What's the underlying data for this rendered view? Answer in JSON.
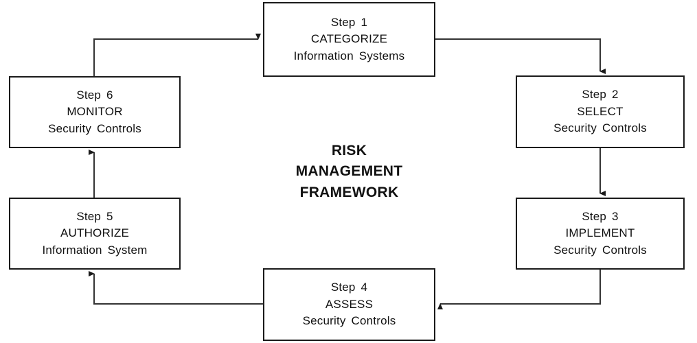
{
  "diagram": {
    "center_title": {
      "line1": "RISK",
      "line2": "MANAGEMENT",
      "line3": "FRAMEWORK"
    },
    "colors": {
      "box_border": "#1a1a1a",
      "connector": "#333333",
      "text": "#111111",
      "background": "#ffffff"
    },
    "steps": [
      {
        "id": "step1",
        "number": "Step 1",
        "action": "CATEGORIZE",
        "target": "Information Systems"
      },
      {
        "id": "step2",
        "number": "Step 2",
        "action": "SELECT",
        "target": "Security Controls"
      },
      {
        "id": "step3",
        "number": "Step 3",
        "action": "IMPLEMENT",
        "target": "Security Controls"
      },
      {
        "id": "step4",
        "number": "Step 4",
        "action": "ASSESS",
        "target": "Security Controls"
      },
      {
        "id": "step5",
        "number": "Step 5",
        "action": "AUTHORIZE",
        "target": "Information System"
      },
      {
        "id": "step6",
        "number": "Step 6",
        "action": "MONITOR",
        "target": "Security Controls"
      }
    ],
    "connectors": [
      {
        "from": "step1",
        "to": "step2",
        "direction": "down"
      },
      {
        "from": "step2",
        "to": "step3",
        "direction": "down"
      },
      {
        "from": "step3",
        "to": "step4",
        "direction": "left"
      },
      {
        "from": "step4",
        "to": "step5",
        "direction": "up"
      },
      {
        "from": "step5",
        "to": "step6",
        "direction": "up"
      },
      {
        "from": "step6",
        "to": "step1",
        "direction": "right"
      }
    ]
  }
}
